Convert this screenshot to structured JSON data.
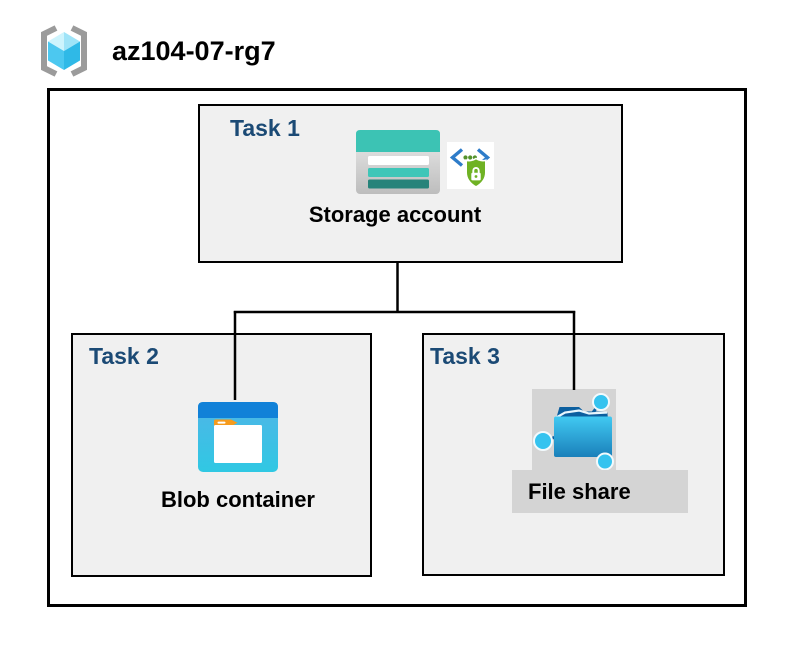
{
  "header": {
    "title": "az104-07-rg7",
    "icon": "resource-group-icon"
  },
  "diagram": {
    "tasks": [
      {
        "label": "Task 1",
        "item": "Storage account",
        "icons": [
          "storage-account-icon",
          "shared-access-signature-lock-icon"
        ]
      },
      {
        "label": "Task 2",
        "item": "Blob container",
        "icons": [
          "blob-container-icon"
        ]
      },
      {
        "label": "Task 3",
        "item": "File share",
        "icons": [
          "file-share-icon"
        ]
      }
    ],
    "connections": [
      {
        "from": "Storage account",
        "to": "Blob container"
      },
      {
        "from": "Storage account",
        "to": "File share"
      }
    ]
  },
  "colors": {
    "task_label_navy": "#1b4a75",
    "task_box_fill": "#f0f0f0",
    "box_border": "#000000",
    "storage_teal": "#3cc3b4",
    "storage_teal_dark": "#26837a",
    "blob_header_blue": "#1181d8",
    "blob_body_cyan": "#35c5e2",
    "folder_tab_orange": "#f69b1d",
    "fileshare_blue": "#0c5f9f",
    "fileshare_cyan": "#35c3ef",
    "sas_bracket_blue": "#2e7cc9",
    "sas_shield_green": "#6fb224",
    "icon_backdrop_gray": "#d4d4d4",
    "rg_bracket_gray": "#9b9b9b"
  }
}
